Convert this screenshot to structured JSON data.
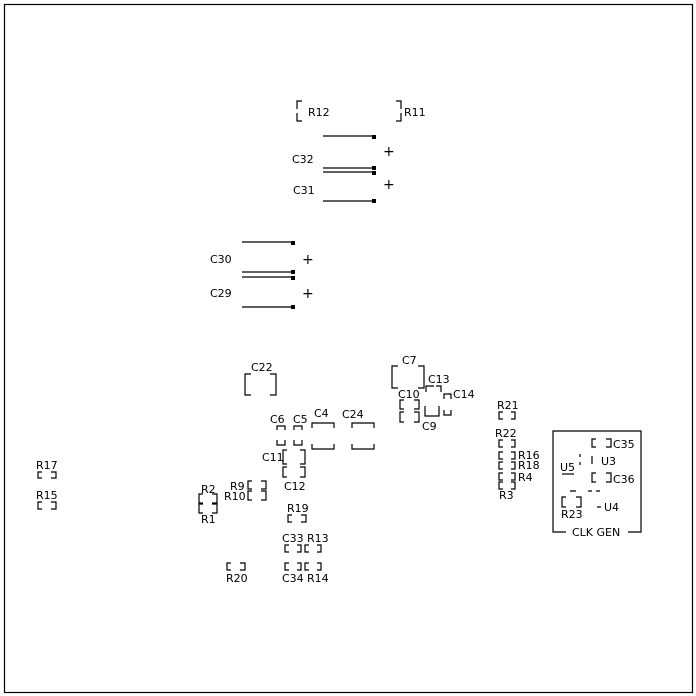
{
  "labels": {
    "R12": "R12",
    "R11": "R11",
    "C32": "C32",
    "C31": "C31",
    "C30": "C30",
    "C29": "C29",
    "C22": "C22",
    "C7": "C7",
    "C10": "C10",
    "C13": "C13",
    "C14": "C14",
    "C9": "C9",
    "C6": "C6",
    "C5": "C5",
    "C4": "C4",
    "C24": "C24",
    "C11": "C11",
    "C12": "C12",
    "R9": "R9",
    "R10": "R10",
    "R2": "R2",
    "R1": "R1",
    "R17": "R17",
    "R15": "R15",
    "R19": "R19",
    "C33": "C33",
    "R13": "R13",
    "C34": "C34",
    "R14": "R14",
    "R20": "R20",
    "R21": "R21",
    "R22": "R22",
    "R16": "R16",
    "R18": "R18",
    "R4": "R4",
    "R3": "R3",
    "U5": "U5",
    "U3": "U3",
    "U4": "U4",
    "C35": "C35",
    "C36": "C36",
    "R23": "R23",
    "clkgen": "CLK GEN",
    "plus": "+"
  }
}
